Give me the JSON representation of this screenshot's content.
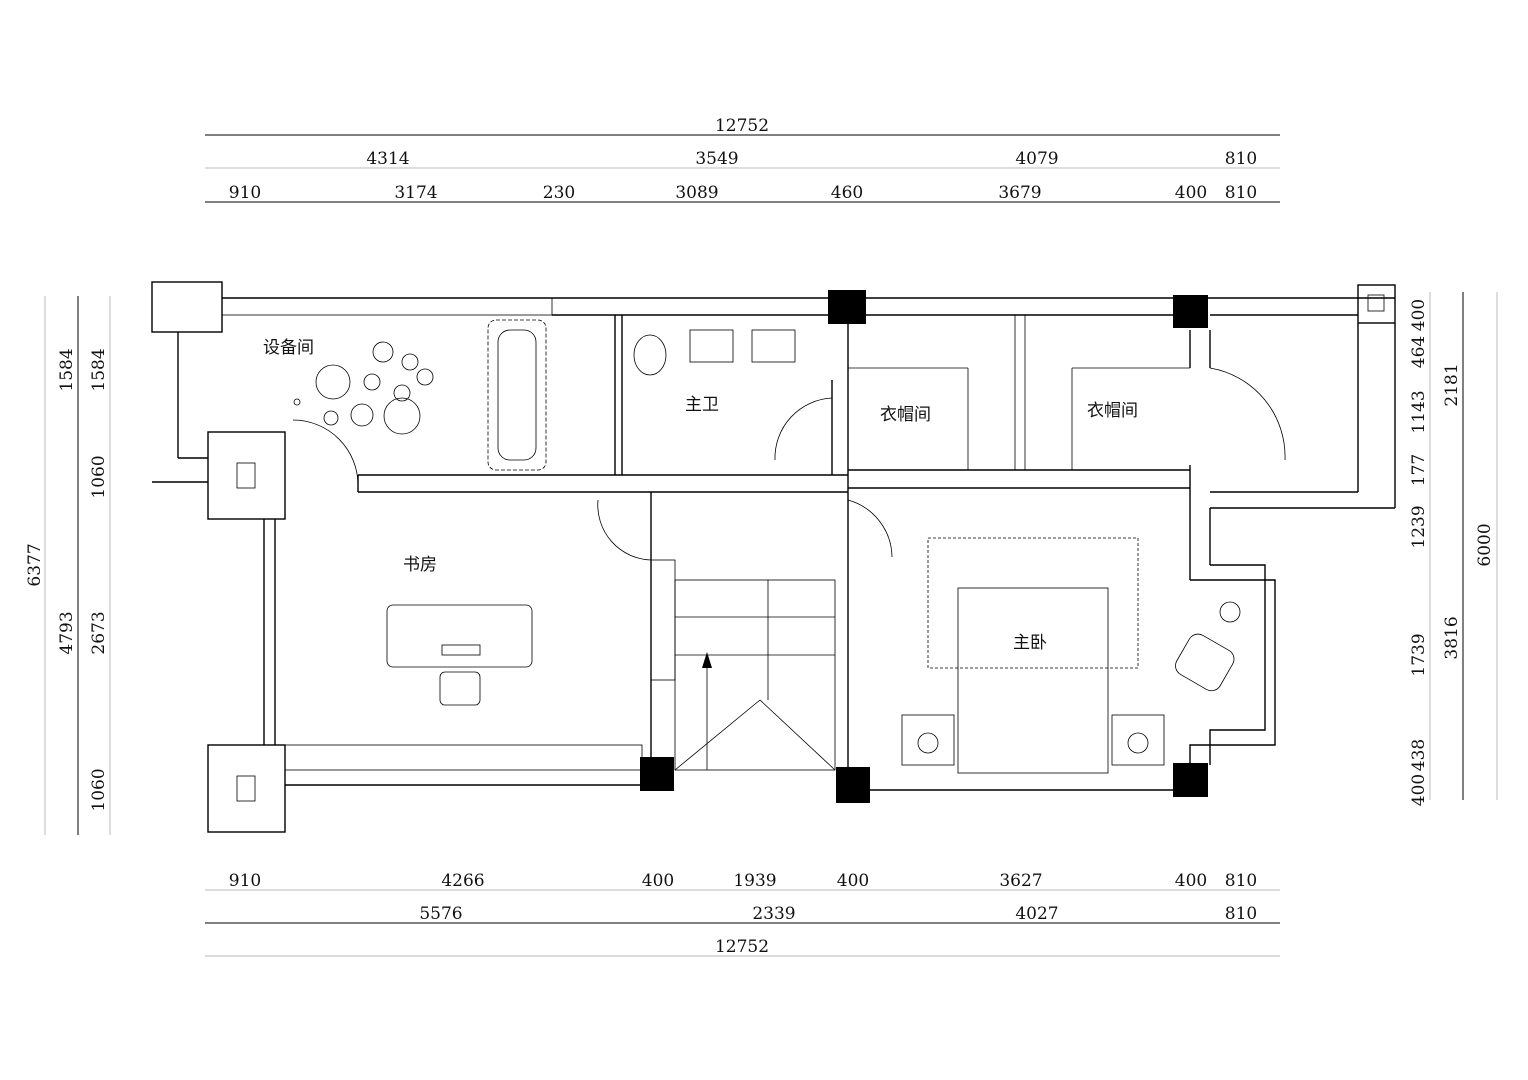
{
  "rooms": {
    "equipment": "设备间",
    "master_bath": "主卫",
    "closet_left": "衣帽间",
    "closet_right": "衣帽间",
    "study": "书房",
    "master_bedroom": "主卧"
  },
  "dims_top": {
    "overall": "12752",
    "row2": [
      "4314",
      "3549",
      "4079",
      "810"
    ],
    "row3": [
      "910",
      "3174",
      "230",
      "3089",
      "460",
      "3679",
      "400",
      "810"
    ]
  },
  "dims_bottom": {
    "row1": [
      "910",
      "4266",
      "400",
      "1939",
      "400",
      "3627",
      "400",
      "810"
    ],
    "row2": [
      "5576",
      "2339",
      "4027",
      "810"
    ],
    "overall": "12752"
  },
  "dims_left": {
    "overall": "6377",
    "row2": [
      "1584",
      "4793"
    ],
    "row3": [
      "1584",
      "1060",
      "2673",
      "1060"
    ]
  },
  "dims_right": {
    "row1": [
      "400",
      "464",
      "1143",
      "177",
      "1239",
      "1739",
      "438",
      "400"
    ],
    "row2": [
      "2181",
      "3816"
    ],
    "overall": "6000"
  }
}
